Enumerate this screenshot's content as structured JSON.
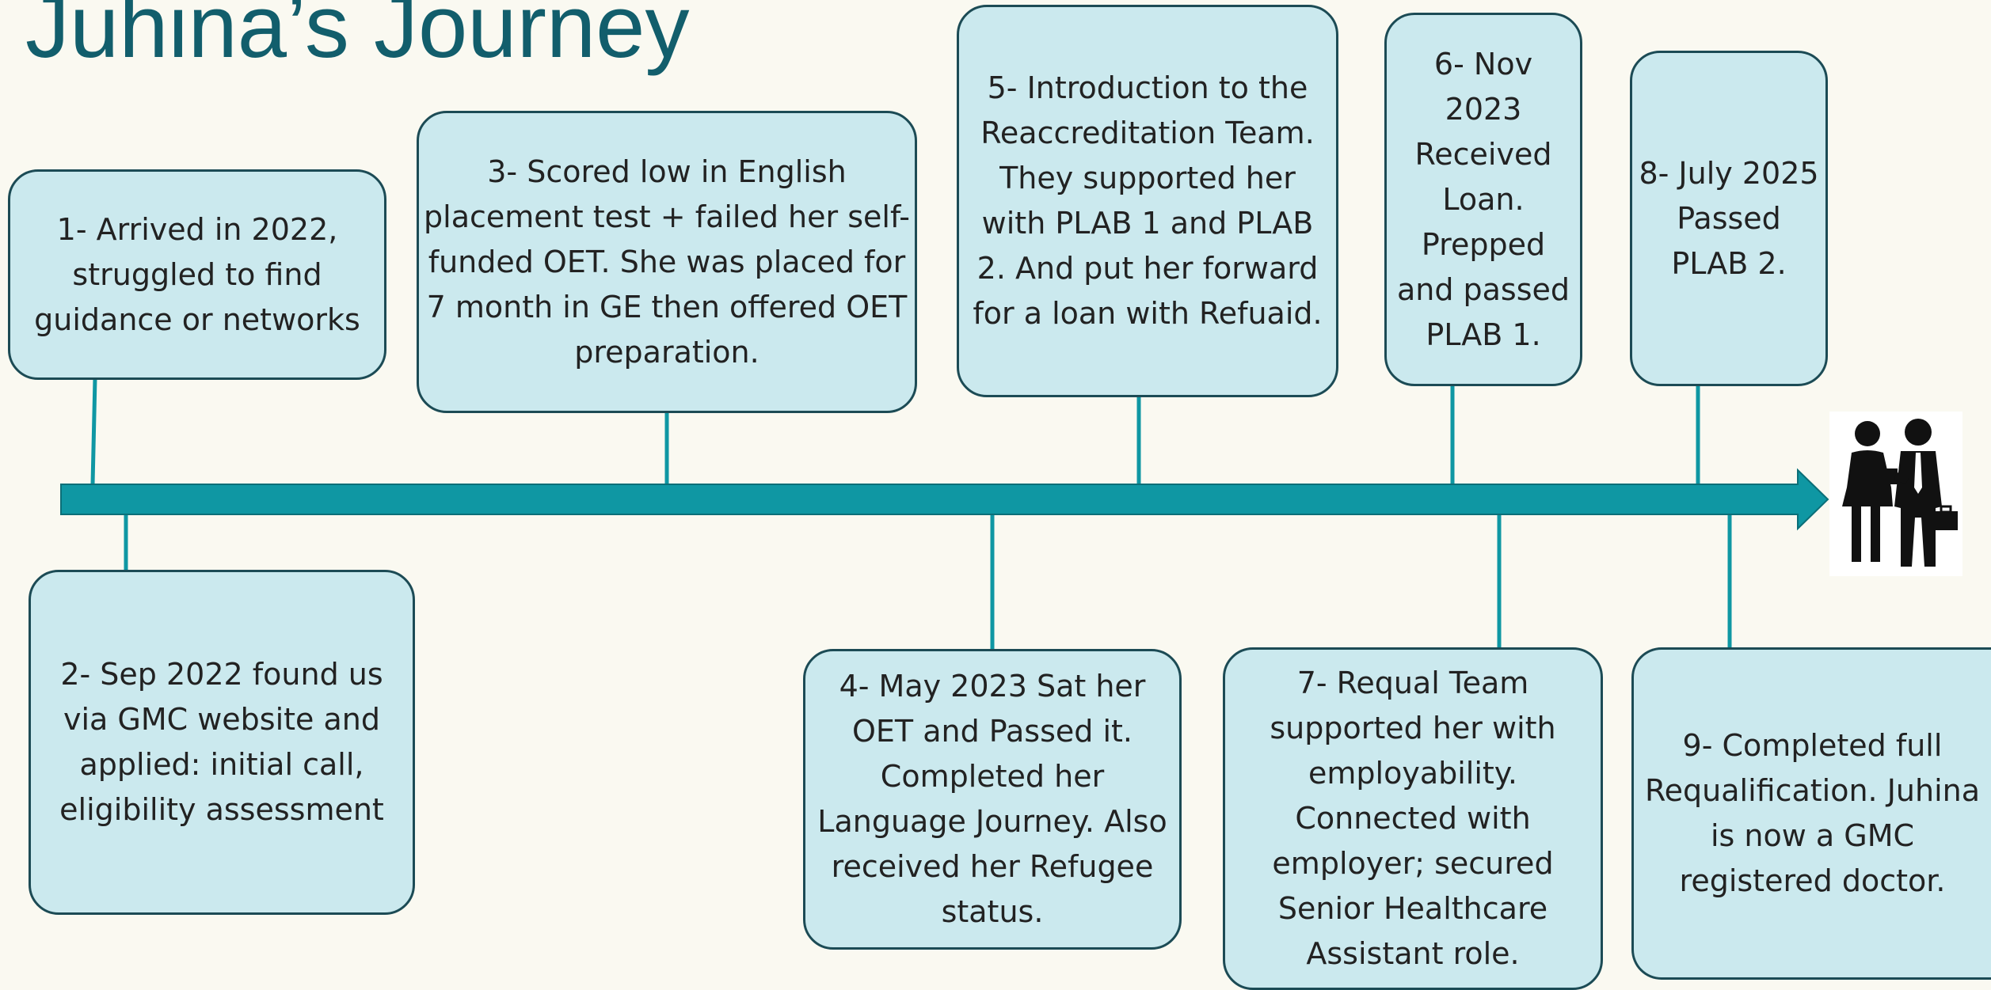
{
  "title": "Juhina’s Journey",
  "colors": {
    "background": "#faf9f1",
    "title": "#125e6c",
    "box_fill": "#cbe9ee",
    "box_border": "#1c4b55",
    "timeline": "#0f97a3",
    "text": "#222222"
  },
  "icons": [
    "people-handshake-icon"
  ],
  "steps": [
    {
      "id": 1,
      "text": "1- Arrived in 2022, struggled to find guidance or networks"
    },
    {
      "id": 2,
      "text": "2- Sep 2022 found us via GMC website and applied: initial call, eligibility assessment"
    },
    {
      "id": 3,
      "text": "3- Scored low in English placement test + failed her self-funded OET. She was placed for 7 month in GE then offered OET preparation."
    },
    {
      "id": 4,
      "text": "4- May 2023 Sat her OET and Passed it. Completed her Language Journey. Also received her Refugee status."
    },
    {
      "id": 5,
      "text": "5- Introduction to the Reaccreditation Team. They supported her with PLAB 1 and PLAB 2. And put her forward for a loan with Refuaid."
    },
    {
      "id": 6,
      "text": "6- Nov 2023 Received Loan. Prepped and passed PLAB 1."
    },
    {
      "id": 7,
      "text": "7- Requal Team supported her with employability. Connected with employer; secured Senior Healthcare Assistant role."
    },
    {
      "id": 8,
      "text": "8- July 2025 Passed PLAB 2."
    },
    {
      "id": 9,
      "text": "9- Completed full Requalification. Juhina is now a GMC registered doctor."
    }
  ]
}
